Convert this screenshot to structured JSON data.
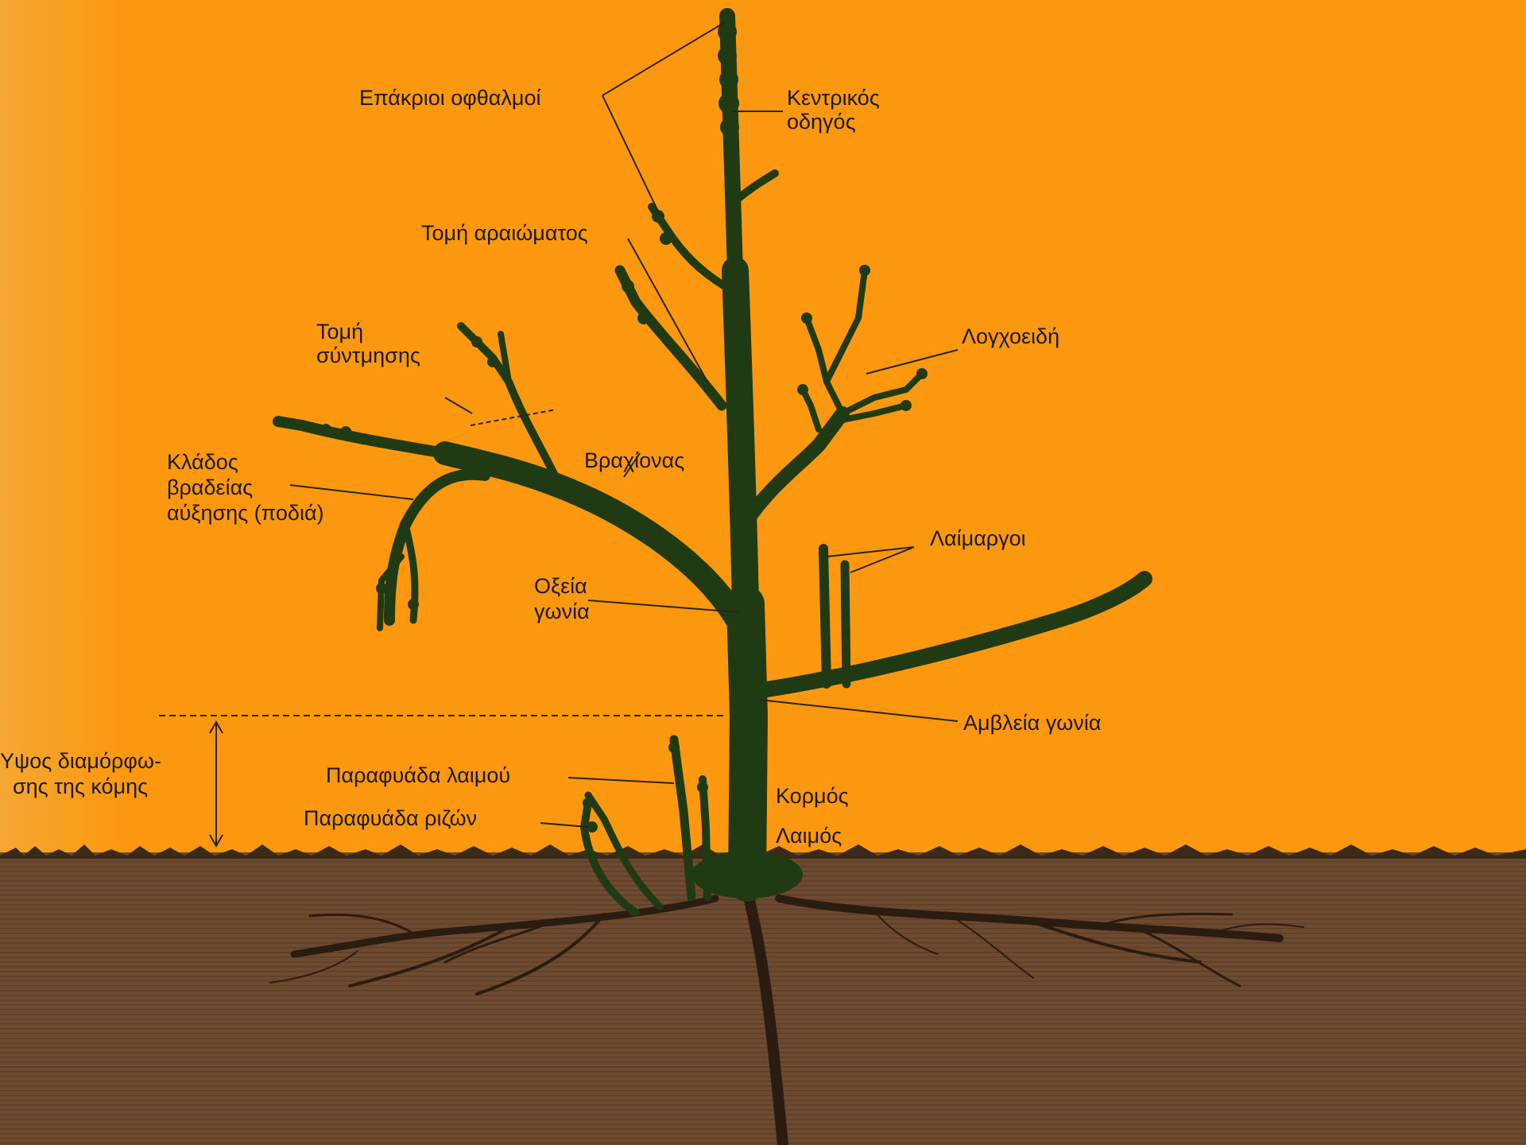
{
  "colors": {
    "sky_light": "#f7a12a",
    "sky": "#fb9810",
    "soil": "#6e4a30",
    "soil_dark": "#5a3a24",
    "tree": "#203a14",
    "text": "#1e1a12"
  },
  "labels": {
    "terminal_buds": "Επάκριοι οφθαλμοί",
    "central_leader_1": "Κεντρικός",
    "central_leader_2": "οδηγός",
    "thinning_cut": "Τομή αραιώματος",
    "heading_cut_1": "Τομή",
    "heading_cut_2": "σύντμησης",
    "spur_1": "Κλάδος",
    "spur_2": "βραδείας",
    "spur_3": "αύξησης (ποδιά)",
    "scaffold": "Βραχίονας",
    "lanceolate": "Λογχοειδή",
    "water_sprouts": "Λαίμαργοι",
    "acute_angle_1": "Οξεία",
    "acute_angle_2": "γωνία",
    "obtuse_angle": "Αμβλεία γωνία",
    "head_height_1": "Υψος διαμόρφω-",
    "head_height_2": "σης της κόμης",
    "neck_sucker": "Παραφυάδα λαιμού",
    "root_sucker": "Παραφυάδα ριζών",
    "trunk": "Κορμός",
    "neck": "Λαιμός"
  }
}
